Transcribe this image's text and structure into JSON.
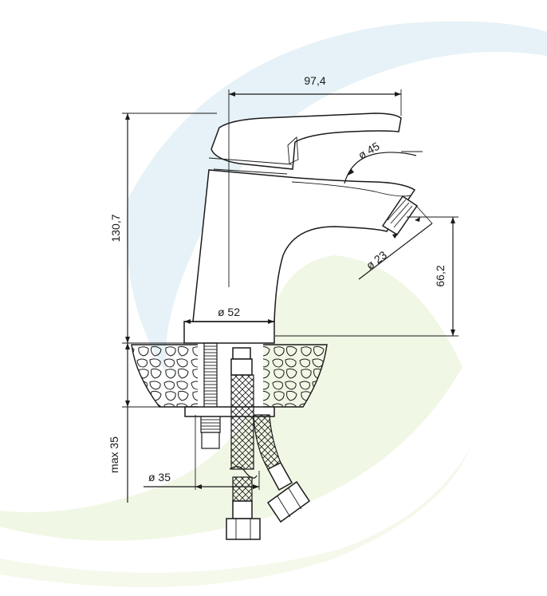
{
  "dimensions": {
    "spout_reach": "97,4",
    "total_height": "130,7",
    "spout_angle_diameter": "ø 45",
    "aerator_diameter": "ø 23",
    "spout_height": "66,2",
    "base_diameter": "ø 52",
    "max_thickness": "max 35",
    "hole_diameter": "ø 35"
  },
  "colors": {
    "line": "#1a1a1a",
    "swoosh_blue": "#dff0f6",
    "swoosh_green": "#eef6e0"
  }
}
